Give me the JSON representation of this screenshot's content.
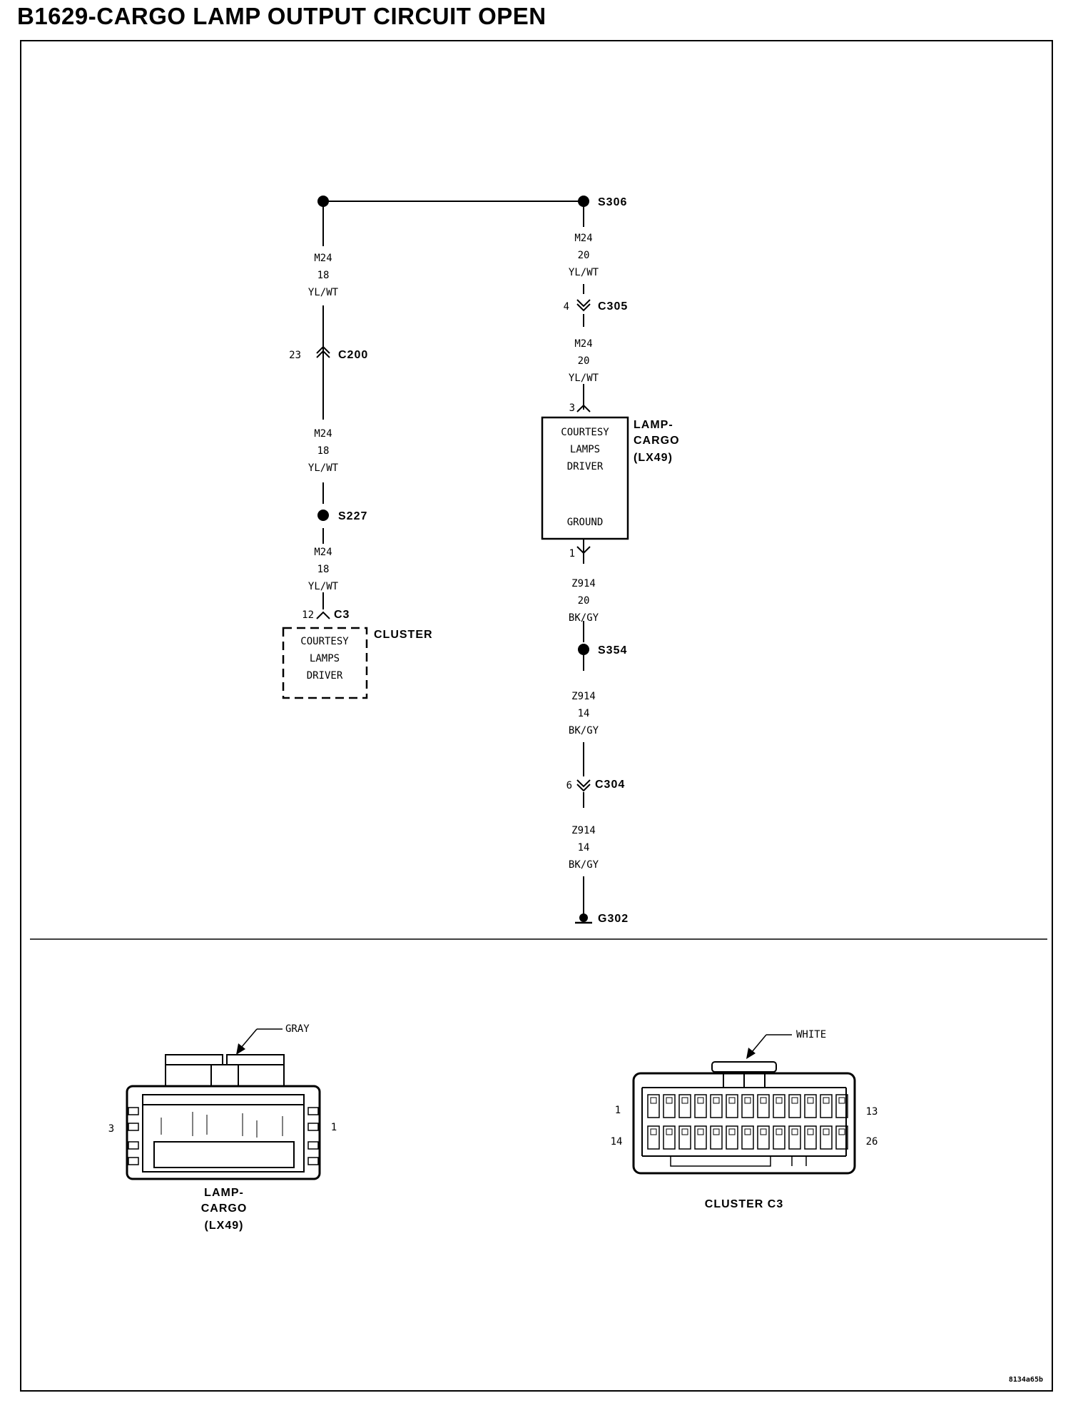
{
  "title": "B1629-CARGO LAMP OUTPUT CIRCUIT OPEN",
  "splices": {
    "s306": "S306",
    "s227": "S227",
    "s354": "S354"
  },
  "ground": "G302",
  "connectors": {
    "c200": {
      "name": "C200",
      "pin": "23"
    },
    "c305": {
      "name": "C305",
      "pin": "4"
    },
    "c304": {
      "name": "C304",
      "pin": "6"
    },
    "c3": {
      "name": "C3",
      "pin": "12"
    },
    "lamp_in": {
      "pin": "3"
    },
    "lamp_out": {
      "pin": "1"
    }
  },
  "wires": {
    "left_top": {
      "circuit": "M24",
      "gauge": "18",
      "color": "YL/WT"
    },
    "left_mid": {
      "circuit": "M24",
      "gauge": "18",
      "color": "YL/WT"
    },
    "left_bot": {
      "circuit": "M24",
      "gauge": "18",
      "color": "YL/WT"
    },
    "right_1": {
      "circuit": "M24",
      "gauge": "20",
      "color": "YL/WT"
    },
    "right_2": {
      "circuit": "M24",
      "gauge": "20",
      "color": "YL/WT"
    },
    "right_3": {
      "circuit": "Z914",
      "gauge": "20",
      "color": "BK/GY"
    },
    "right_4": {
      "circuit": "Z914",
      "gauge": "14",
      "color": "BK/GY"
    },
    "right_5": {
      "circuit": "Z914",
      "gauge": "14",
      "color": "BK/GY"
    }
  },
  "lamp_module": {
    "line1": "COURTESY",
    "line2": "LAMPS",
    "line3": "DRIVER",
    "ground": "GROUND",
    "label1": "LAMP-",
    "label2": "CARGO",
    "label3": "(LX49)"
  },
  "cluster_module": {
    "line1": "COURTESY",
    "line2": "LAMPS",
    "line3": "DRIVER",
    "label": "CLUSTER"
  },
  "lamp_connector": {
    "color": "GRAY",
    "pin_left": "3",
    "pin_right": "1",
    "label1": "LAMP-",
    "label2": "CARGO",
    "label3": "(LX49)"
  },
  "cluster_connector": {
    "color": "WHITE",
    "pin_tl": "1",
    "pin_tr": "13",
    "pin_bl": "14",
    "pin_br": "26",
    "label": "CLUSTER C3"
  },
  "figure_id": "8134a65b"
}
